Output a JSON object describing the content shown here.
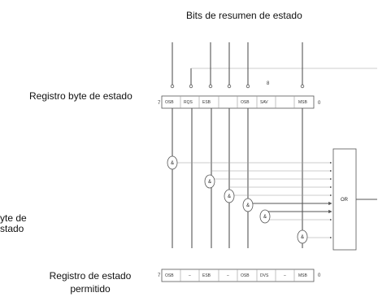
{
  "texts": {
    "top_title": "Bits de resumen de estado",
    "status_byte": "Registro byte de estado",
    "partial_left_line1": "yte de",
    "partial_left_line2": "stado",
    "enable_register_line1": "Registro de estado",
    "enable_register_line2": "permitido"
  },
  "status_register": {
    "left_index": "7",
    "right_index": "0",
    "cells": [
      "OSB",
      "RQS",
      "ESB",
      "",
      "OSB",
      "SAV",
      "",
      "MSB"
    ]
  },
  "enable_register": {
    "left_index": "7",
    "right_index": "0",
    "cells": [
      "OSB",
      "–",
      "ESB",
      "–",
      "OSB",
      "DVS",
      "–",
      "MSB"
    ]
  },
  "markers": {
    "small_bit_label": "8"
  },
  "gates": {
    "and_symbol": "&",
    "or_label": "OR"
  },
  "colors": {
    "line": "#555555",
    "text": "#111111",
    "background": "#ffffff"
  }
}
